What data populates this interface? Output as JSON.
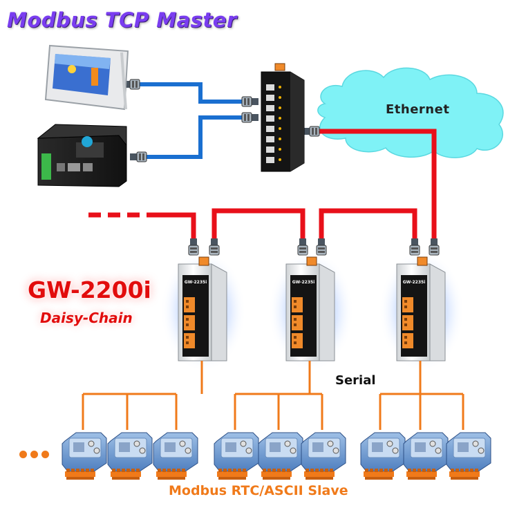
{
  "title": "Modbus TCP Master",
  "network_label": "Ethernet",
  "gateway": {
    "name": "GW-2200i",
    "mode": "Daisy-Chain",
    "model_print": "GW-2235i",
    "count": 3
  },
  "serial_label": "Serial",
  "slave_label": "Modbus RTC/ASCII Slave",
  "colors": {
    "title": "#7a3df0",
    "ethernet_daisy": "#e8101a",
    "master_cable": "#1a6fd0",
    "serial_bus": "#f07a1a",
    "cloud": "#7ff2f6",
    "gateway_terminal": "#f08a2a"
  },
  "icons": [
    "touch-panel-icon",
    "controller-icon",
    "switch-icon",
    "cloud-icon",
    "gateway-icon",
    "slave-module-icon",
    "rj45-plug-icon"
  ]
}
